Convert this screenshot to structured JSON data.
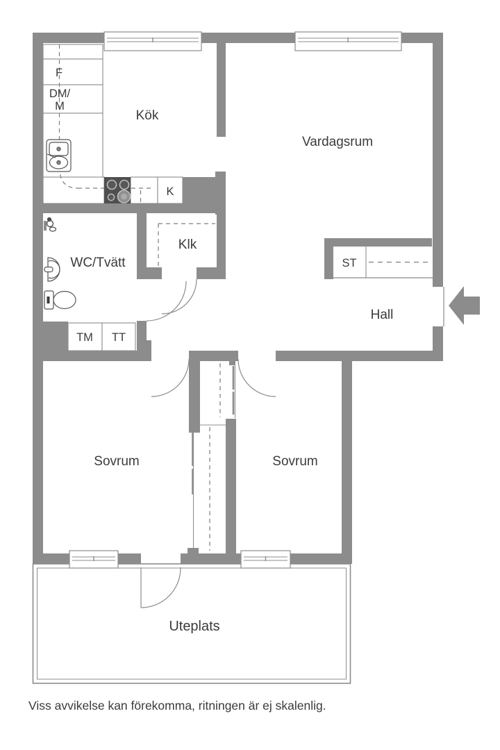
{
  "plan": {
    "rooms": {
      "kitchen": "Kök",
      "living_room": "Vardagsrum",
      "wc_laundry": "WC/Tvätt",
      "walk_in_closet": "Klk",
      "hall": "Hall",
      "bedroom_left": "Sovrum",
      "bedroom_right": "Sovrum",
      "patio": "Uteplats"
    },
    "fixtures": {
      "fridge": "F",
      "dishwasher_micro_line1": "DM/",
      "dishwasher_micro_line2": "M",
      "kitchen_cabinet": "K",
      "storage_closet": "ST",
      "washing_machine": "TM",
      "tumble_dryer": "TT"
    },
    "colors": {
      "wall": "#8c8c8c",
      "thin_line": "#8c8c8c",
      "stove": "#4f4f4f",
      "text": "#3b3b3b",
      "background": "#ffffff"
    }
  },
  "footer": {
    "disclaimer": "Viss avvikelse kan förekomma, ritningen är ej skalenlig."
  }
}
